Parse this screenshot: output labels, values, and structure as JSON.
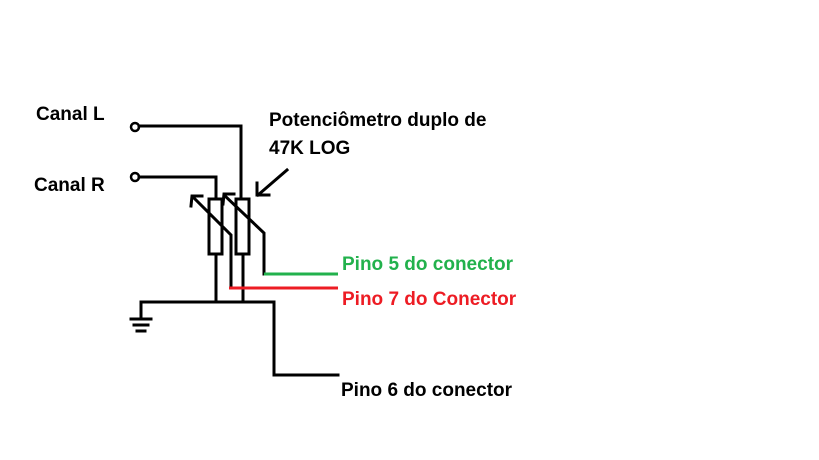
{
  "labels": {
    "canal_l": "Canal L",
    "canal_r": "Canal R",
    "potentiometer_line1": "Potenciômetro duplo de",
    "potentiometer_line2": "47K LOG",
    "pino5": "Pino 5 do conector",
    "pino7": "Pino 7 do Conector",
    "pino6": "Pino 6 do conector"
  },
  "colors": {
    "wire": "#000000",
    "pino5": "#22b14c",
    "pino7": "#ed1c24",
    "text": "#000000"
  }
}
